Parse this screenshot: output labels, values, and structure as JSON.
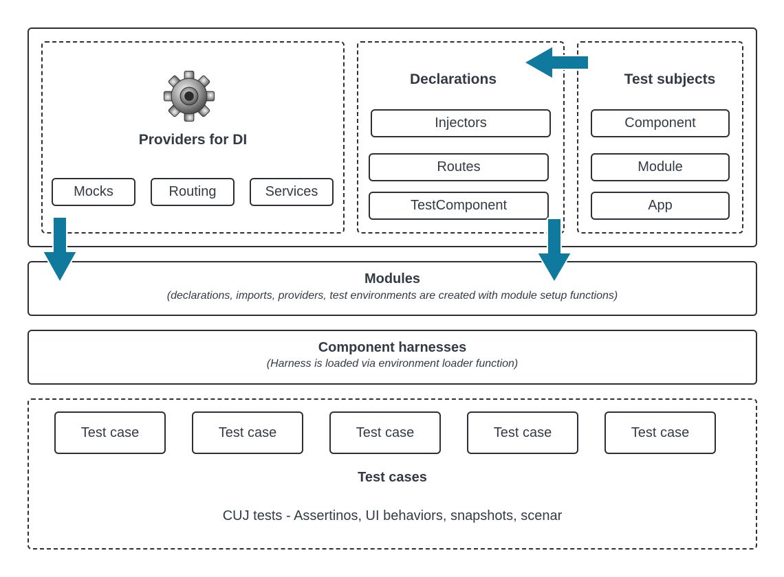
{
  "colors": {
    "arrow": "#10799e",
    "border": "#2b2f36",
    "text": "#333a45"
  },
  "top_panel": {
    "providers": {
      "icon": "gear-icon",
      "title": "Providers for DI",
      "items": [
        "Mocks",
        "Routing",
        "Services"
      ]
    },
    "declarations": {
      "title": "Declarations",
      "items": [
        "Injectors",
        "Routes",
        "TestComponent"
      ]
    },
    "test_subjects": {
      "title": "Test subjects",
      "items": [
        "Component",
        "Module",
        "App"
      ]
    }
  },
  "modules": {
    "title": "Modules",
    "subtitle": "(declarations, imports, providers, test environments are created with module setup functions)"
  },
  "harnesses": {
    "title": "Component harnesses",
    "subtitle": "(Harness is loaded via environment loader function)"
  },
  "test_cases": {
    "cases": [
      "Test case",
      "Test case",
      "Test case",
      "Test case",
      "Test case"
    ],
    "title": "Test cases",
    "description": "CUJ tests - Assertinos, UI behaviors, snapshots, scenar"
  }
}
